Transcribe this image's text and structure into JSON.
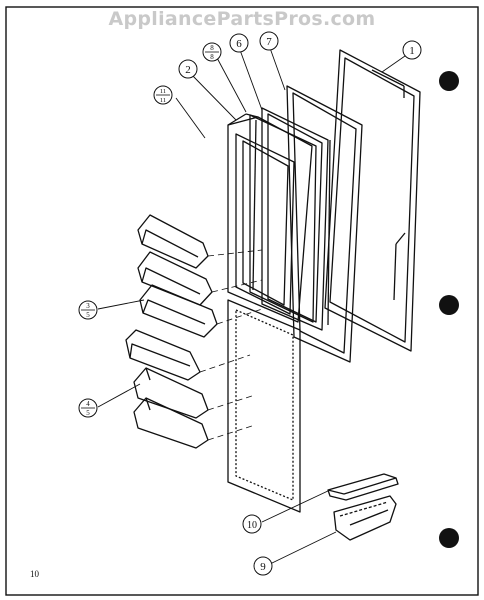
{
  "watermark": "AppliancePartsPros.com",
  "page_number": "10",
  "callouts": {
    "c1": "1",
    "c2": "2",
    "c6": "6",
    "c7": "7",
    "c9": "9",
    "c10": "10",
    "c3a": "3",
    "c3b": "3",
    "c4a": "4",
    "c4b": "4",
    "c5a": "5",
    "c5b": "5",
    "c8a": "8",
    "c8b": "8",
    "c11a": "11",
    "c11b": "11"
  },
  "colors": {
    "ink": "#111111",
    "watermark": "#c9c9c9",
    "paper": "#ffffff"
  }
}
